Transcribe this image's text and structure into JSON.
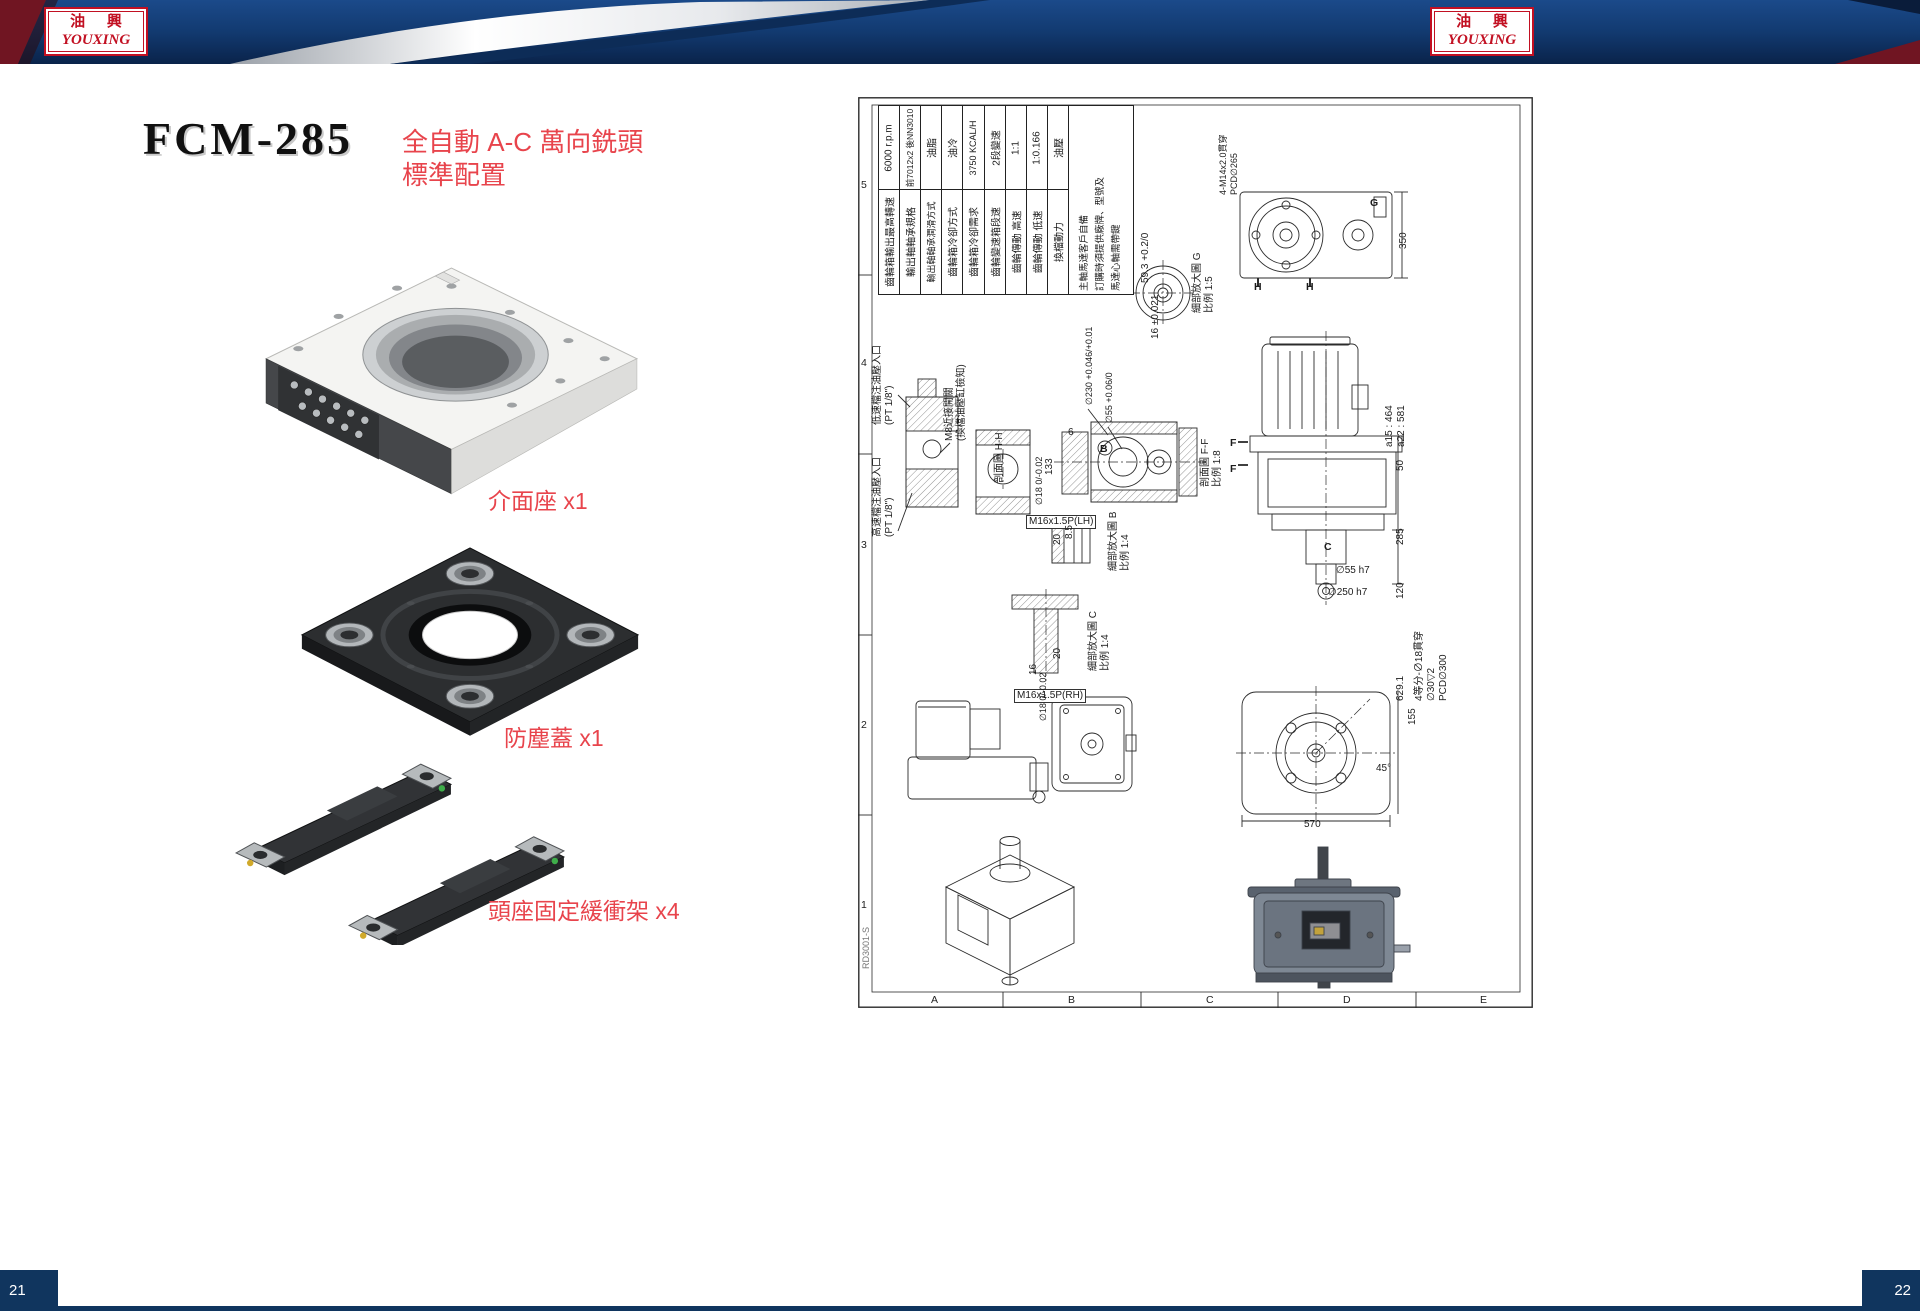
{
  "header": {
    "logo_cn": "油 興",
    "logo_en": "YOUXING"
  },
  "footer": {
    "page_left": "21",
    "page_right": "22"
  },
  "colors": {
    "banner_navy": "#123a70",
    "banner_maroon": "#701522",
    "logo_red": "#c21022",
    "accent_red": "#e8444c",
    "page_num_navy": "#10355e"
  },
  "left_page": {
    "model": "FCM-285",
    "subtitle1": "全自動 A-C 萬向銑頭",
    "subtitle2": "標準配置",
    "parts": [
      {
        "label": "介面座 x1"
      },
      {
        "label": "防塵蓋 x1"
      },
      {
        "label": "頭座固定緩衝架 x4"
      }
    ]
  },
  "drawing": {
    "doc_no": "RD3001-S",
    "grid_rows": [
      "5",
      "4",
      "3",
      "2",
      "1"
    ],
    "grid_cols": [
      "A",
      "B",
      "C",
      "D",
      "E"
    ],
    "spec": {
      "columns": [
        {
          "value": "6000 r.p.m",
          "label": "齒輪箱輸出最高轉速"
        },
        {
          "value": "前7012x2 後NN3010",
          "label": "輸出軸軸承規格"
        },
        {
          "value": "油脂",
          "label": "輸出軸軸承潤滑方式"
        },
        {
          "value": "油冷",
          "label": "齒輪箱冷卻方式"
        },
        {
          "value": "3750 KCAL/H",
          "label": "齒輪箱冷卻需求"
        },
        {
          "value": "2段變速",
          "label": "齒輪變速箱段速"
        },
        {
          "value": "1:1",
          "label": "齒輪傳動 高速"
        },
        {
          "value": "1:0.166",
          "label": "齒輪傳動 低速"
        },
        {
          "value": "油壓",
          "label": "換檔動力"
        }
      ],
      "note_lines": [
        "主軸馬達客戶自備",
        "訂購時須提供廠牌、型號及",
        "馬達心軸需帶鍵"
      ]
    },
    "ann": {
      "g_dim1": "59.3 +0.2/0",
      "g_dim2": "16 ±0.021",
      "g_label": "細部放大圖 G",
      "g_scale": "比例 1:5",
      "tr_note1": "4-M14x2.0貫穿",
      "tr_note2": "PCD∅265",
      "tr_dim": "350",
      "mark_h": "H",
      "mark_f": "F",
      "mark_c": "C",
      "mark_b": "B",
      "mark_g": "G",
      "a15": "a15 : 464",
      "a22": "a22 : 581",
      "d50": "50",
      "d285": "285",
      "d120": "120",
      "d55h7": "∅55 h7",
      "d250h7": "∅250 h7",
      "pv629": "629.1",
      "pv155": "155",
      "pv45": "45°",
      "pv_n1": "4等分-∅18貫穿",
      "pv_n2": "∅30▽2",
      "pv_n3": "PCD∅300",
      "pv570": "570",
      "low_oil1": "低速檔注油壓入口",
      "low_oil2": "(PT 1/8\")",
      "high_oil1": "高速檔注油壓入口",
      "high_oil2": "(PT 1/8\")",
      "m8_1": "M8近接開關",
      "m8_2": "(換檔油壓缸檢知)",
      "sec_hh": "剖面圖 H-H",
      "sec_ff": "剖面圖 F-F",
      "sec_ff_scale": "比例 1:8",
      "d230": "∅230 +0.046/+0.01",
      "d55t": "∅55 +0.06/0",
      "d6": "6",
      "d133": "133",
      "b_m16": "M16x1.5P(LH)",
      "b_d18": "∅18 0/-0.02",
      "b_d20": "20",
      "b_d85": "8.5",
      "b_label": "細部放大圖 B",
      "b_scale": "比例 1:4",
      "c_m16": "M16x1.5P(RH)",
      "c_d18": "∅18 0/-0.02",
      "c_d16": "16",
      "c_d20": "20",
      "c_label": "細部放大圖 C",
      "c_scale": "比例 1:4"
    }
  }
}
